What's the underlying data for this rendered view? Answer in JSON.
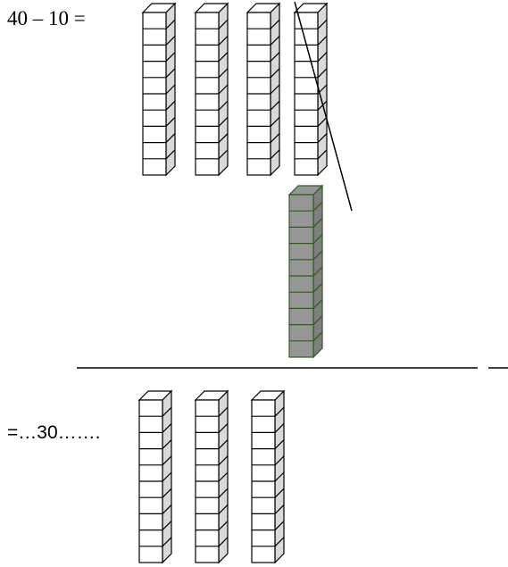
{
  "equation": {
    "expression": "40 – 10 =",
    "answer": "=…30……."
  },
  "blocks": {
    "top_rods": 4,
    "removed_rods": 1,
    "result_rods": 3,
    "units_per_rod": 10
  },
  "colors": {
    "rod_face": "#ffffff",
    "rod_side": "#d9d9d9",
    "rod_outline": "#000000",
    "removed_face": "#969696",
    "removed_side": "#7f7f7f",
    "removed_outline": "#2e5c1e",
    "line": "#000000"
  }
}
